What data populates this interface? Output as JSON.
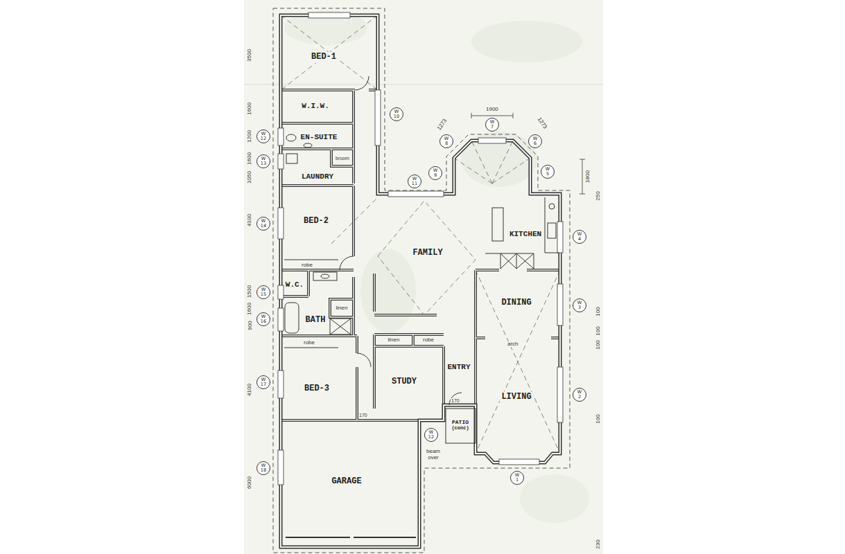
{
  "diagram": {
    "nodes": [
      {
        "text": [
          "BED-1"
        ]
      },
      {
        "text": [
          "W.I.W."
        ]
      },
      {
        "text": [
          "EN-SUITE"
        ]
      },
      {
        "text": [
          "LAUNDRY"
        ]
      },
      {
        "text": [
          "BED-2"
        ]
      },
      {
        "text": [
          "FAMILY"
        ]
      },
      {
        "text": [
          "KITCHEN"
        ]
      },
      {
        "text": [
          "DINING"
        ]
      },
      {
        "text": [
          "W.C."
        ]
      },
      {
        "text": [
          "BATH"
        ]
      },
      {
        "text": [
          "STUDY"
        ]
      },
      {
        "text": [
          "ENTRY"
        ]
      },
      {
        "text": [
          "LIVING"
        ]
      },
      {
        "text": [
          "BED-3"
        ]
      },
      {
        "text": [
          "PATIO",
          "(conc)"
        ]
      },
      {
        "text": [
          "GARAGE"
        ]
      }
    ],
    "labels": [
      "3500",
      "1600",
      "1200",
      "1600",
      "1050",
      "4100",
      "1500",
      "1600",
      "900",
      "4100",
      "6000",
      "1900",
      "1273",
      "1273",
      "1800",
      "250",
      "100",
      "100",
      "100",
      "100",
      "230",
      "broom",
      "robe",
      "linen",
      "robe",
      "linen",
      "robe",
      "arch",
      "170",
      "170",
      "beam over",
      "W 10",
      "W 8",
      "W 7",
      "W 6",
      "W 11",
      "W 9",
      "W 5",
      "W 12",
      "W 13",
      "W 14",
      "W 15",
      "W 16",
      "W 17",
      "W 18",
      "W 4",
      "W 3",
      "W 2",
      "W 1",
      "W 12"
    ]
  }
}
